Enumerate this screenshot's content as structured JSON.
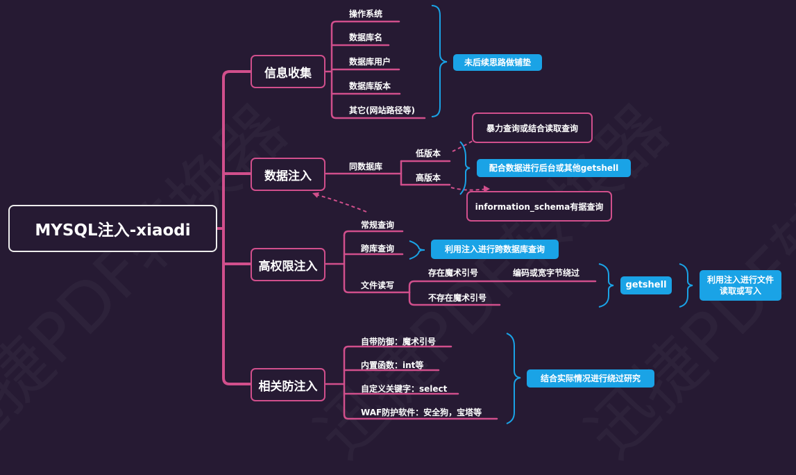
{
  "colors": {
    "background": "#261a33",
    "branch": "#d14f8c",
    "tag": "#1aa3e6",
    "root_border": "#eeeeee"
  },
  "root": "MYSQL注入-xiaodi",
  "branches": {
    "info": {
      "label": "信息收集",
      "items": [
        "操作系统",
        "数据库名",
        "数据库用户",
        "数据库版本",
        "其它(网站路径等)"
      ],
      "note": "未后续思路做铺垫"
    },
    "data": {
      "label": "数据注入",
      "sub": "同数据库",
      "low": "低版本",
      "high": "高版本",
      "low_result": "暴力查询或结合读取查询",
      "note": "配合数据进行后台或其他getshell",
      "high_result": "information_schema有据查询"
    },
    "priv": {
      "label": "高权限注入",
      "normal": "常规查询",
      "cross": "跨库查询",
      "cross_note": "利用注入进行跨数据库查询",
      "file": "文件读写",
      "magic_on": "存在魔术引号",
      "magic_note": "编码或宽字节绕过",
      "magic_off": "不存在魔术引号",
      "getshell": "getshell",
      "getshell_note": "利用注入进行文件读取或写入"
    },
    "defense": {
      "label": "相关防注入",
      "items": [
        "自带防御：魔术引号",
        "内置函数：int等",
        "自定义关键字：select",
        "WAF防护软件：安全狗，宝塔等"
      ],
      "note": "结合实际情况进行绕过研究"
    }
  },
  "watermarks": [
    "迅捷PDF转换器",
    "迅捷PDF转换器",
    "迅捷PDF转换器"
  ]
}
